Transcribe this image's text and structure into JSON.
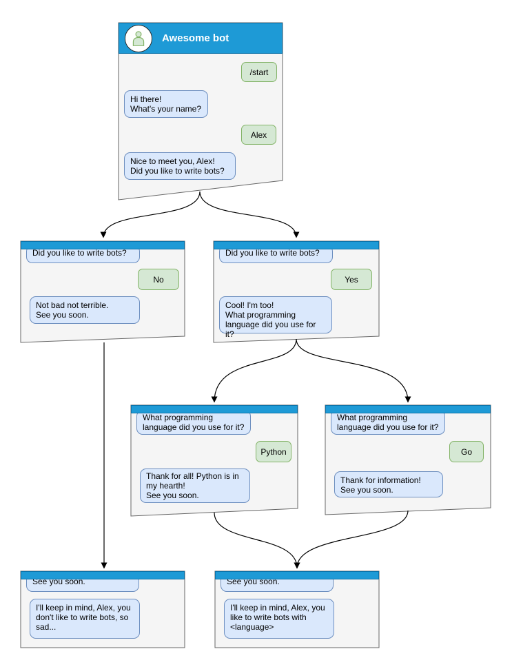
{
  "colors": {
    "bar_fill": "#1e9ad6",
    "bar_stroke": "#0d72a8",
    "window_fill": "#f5f5f5",
    "window_stroke": "#666666",
    "bot_bubble_fill": "#dae8fc",
    "bot_bubble_stroke": "#6c8ebf",
    "user_bubble_fill": "#d5e8d4",
    "user_bubble_stroke": "#82b366",
    "connector": "#000000",
    "title_text": "#ffffff"
  },
  "windows": [
    {
      "name": "root",
      "title": "Awesome bot",
      "avatar_icon": "person-icon",
      "bubbles": [
        {
          "side": "user",
          "text": "/start"
        },
        {
          "side": "bot",
          "text": "Hi there!\nWhat's your name?"
        },
        {
          "side": "user",
          "text": "Alex"
        },
        {
          "side": "bot",
          "text": "Nice to meet you, Alex!\nDid you like to write bots?"
        }
      ]
    },
    {
      "name": "branch-no",
      "bubbles": [
        {
          "side": "bot",
          "text": "Did you like to write bots?"
        },
        {
          "side": "user",
          "text": "No"
        },
        {
          "side": "bot",
          "text": "Not bad not terrible.\nSee you soon."
        }
      ]
    },
    {
      "name": "branch-yes",
      "bubbles": [
        {
          "side": "bot",
          "text": "Did you like to write bots?"
        },
        {
          "side": "user",
          "text": "Yes"
        },
        {
          "side": "bot",
          "text": "Cool! I'm too!\nWhat programming\nlanguage did you use for it?"
        }
      ]
    },
    {
      "name": "branch-python",
      "bubbles": [
        {
          "side": "bot",
          "text": "What programming\nlanguage did you use for it?"
        },
        {
          "side": "user",
          "text": "Python"
        },
        {
          "side": "bot",
          "text": "Thank for all! Python is in\nmy hearth!\nSee you soon."
        }
      ]
    },
    {
      "name": "branch-go",
      "bubbles": [
        {
          "side": "bot",
          "text": "What programming\nlanguage did you use for it?"
        },
        {
          "side": "user",
          "text": "Go"
        },
        {
          "side": "bot",
          "text": "Thank for information!\nSee you soon."
        }
      ]
    },
    {
      "name": "end-no",
      "bubbles": [
        {
          "side": "bot",
          "text": "See you soon."
        },
        {
          "side": "bot",
          "text": "I'll keep in mind, Alex, you\ndon't like to write bots, so\nsad..."
        }
      ]
    },
    {
      "name": "end-yes",
      "bubbles": [
        {
          "side": "bot",
          "text": "See you soon."
        },
        {
          "side": "bot",
          "text": "I'll keep in mind, Alex, you\nlike to write bots with\n<language>"
        }
      ]
    }
  ]
}
